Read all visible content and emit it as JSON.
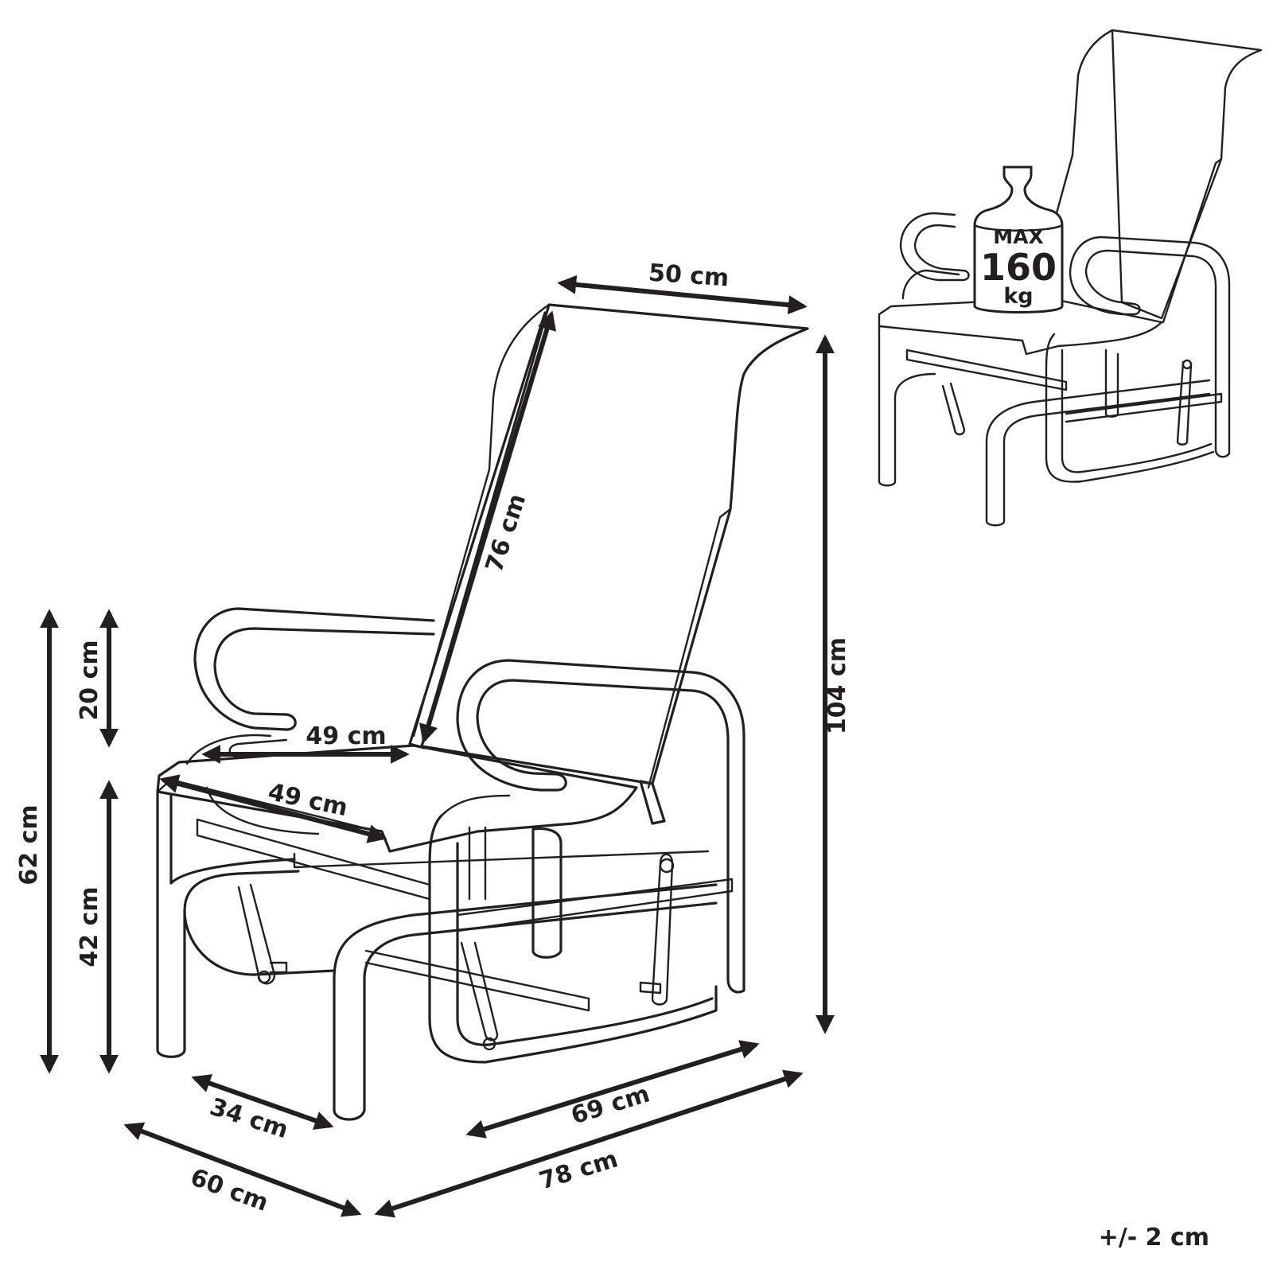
{
  "dimensions": {
    "width_top": "50 cm",
    "backrest_length": "76 cm",
    "total_height": "104 cm",
    "armrest_height_above_seat": "20 cm",
    "seat_width": "49 cm",
    "seat_depth": "49 cm",
    "seat_height": "42 cm",
    "armrest_height": "62 cm",
    "inner_depth": "34 cm",
    "inner_length": "69 cm",
    "depth": "60 cm",
    "length": "78 cm"
  },
  "max_load": {
    "line1": "MAX",
    "line2": "160",
    "line3": "kg"
  },
  "tolerance": "+/- 2 cm",
  "colors": {
    "ink": "#231f20",
    "background": "#ffffff"
  }
}
